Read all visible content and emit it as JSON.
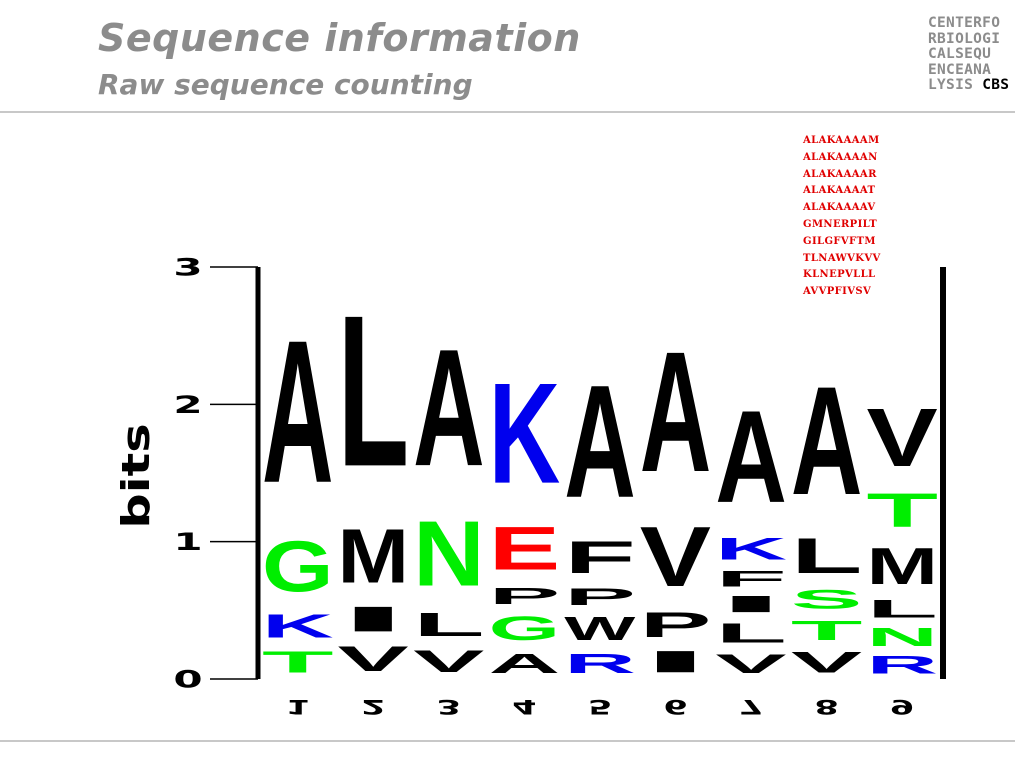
{
  "header": {
    "title": "Sequence information",
    "subtitle": "Raw sequence counting"
  },
  "brand": {
    "lines": [
      "CENTERFO",
      "RBIOLOGI",
      "CALSEQU",
      "ENCEANA",
      "LYSIS"
    ],
    "suffix": "CBS"
  },
  "sequences": [
    "ALAKAAAAM",
    "ALAKAAAAN",
    "ALAKAAAAR",
    "ALAKAAAAT",
    "ALAKAAAAV",
    "GMNERPILT",
    "GILGFVFTM",
    "TLNAWVKVV",
    "KLNEPVLLL",
    "AVVPFIVSV"
  ],
  "colors": {
    "black": "#000000",
    "green": "#00ee00",
    "blue": "#0000ee",
    "red": "#ff0000",
    "title_gray": "#8c8c8c"
  },
  "chart_data": {
    "type": "sequence_logo",
    "ylabel": "bits",
    "ylim": [
      0,
      3
    ],
    "yticks": [
      "0",
      "1",
      "2",
      "3"
    ],
    "positions": [
      {
        "label": "1",
        "letters": [
          {
            "char": "T",
            "height": 0.25,
            "color": "green"
          },
          {
            "char": "K",
            "height": 0.27,
            "color": "blue"
          },
          {
            "char": "G",
            "height": 0.59,
            "color": "green"
          },
          {
            "char": "A",
            "height": 1.66,
            "color": "black"
          }
        ]
      },
      {
        "label": "2",
        "letters": [
          {
            "char": "V",
            "height": 0.29,
            "color": "black"
          },
          {
            "char": "I",
            "height": 0.29,
            "color": "black"
          },
          {
            "char": "M",
            "height": 0.63,
            "color": "black"
          },
          {
            "char": "L",
            "height": 1.76,
            "color": "black"
          }
        ]
      },
      {
        "label": "3",
        "letters": [
          {
            "char": "V",
            "height": 0.26,
            "color": "black"
          },
          {
            "char": "L",
            "height": 0.27,
            "color": "black"
          },
          {
            "char": "N",
            "height": 0.76,
            "color": "green"
          },
          {
            "char": "A",
            "height": 1.36,
            "color": "black"
          }
        ]
      },
      {
        "label": "4",
        "letters": [
          {
            "char": "A",
            "height": 0.23,
            "color": "black"
          },
          {
            "char": "G",
            "height": 0.28,
            "color": "green"
          },
          {
            "char": "P",
            "height": 0.19,
            "color": "black"
          },
          {
            "char": "E",
            "height": 0.5,
            "color": "red"
          },
          {
            "char": "K",
            "height": 1.17,
            "color": "blue"
          }
        ]
      },
      {
        "label": "5",
        "letters": [
          {
            "char": "R",
            "height": 0.23,
            "color": "blue"
          },
          {
            "char": "W",
            "height": 0.27,
            "color": "black"
          },
          {
            "char": "P",
            "height": 0.2,
            "color": "black"
          },
          {
            "char": "F",
            "height": 0.37,
            "color": "black"
          },
          {
            "char": "A",
            "height": 1.31,
            "color": "black"
          }
        ]
      },
      {
        "label": "6",
        "letters": [
          {
            "char": "I",
            "height": 0.25,
            "color": "black"
          },
          {
            "char": "P",
            "height": 0.29,
            "color": "black"
          },
          {
            "char": "V",
            "height": 0.7,
            "color": "black"
          },
          {
            "char": "A",
            "height": 1.4,
            "color": "black"
          }
        ]
      },
      {
        "label": "7",
        "letters": [
          {
            "char": "V",
            "height": 0.22,
            "color": "black"
          },
          {
            "char": "L",
            "height": 0.23,
            "color": "black"
          },
          {
            "char": "I",
            "height": 0.19,
            "color": "black"
          },
          {
            "char": "F",
            "height": 0.18,
            "color": "black"
          },
          {
            "char": "K",
            "height": 0.26,
            "color": "blue"
          },
          {
            "char": "A",
            "height": 1.07,
            "color": "black"
          }
        ]
      },
      {
        "label": "8",
        "letters": [
          {
            "char": "V",
            "height": 0.24,
            "color": "black"
          },
          {
            "char": "T",
            "height": 0.23,
            "color": "green"
          },
          {
            "char": "S",
            "height": 0.22,
            "color": "green"
          },
          {
            "char": "L",
            "height": 0.41,
            "color": "black"
          },
          {
            "char": "A",
            "height": 1.26,
            "color": "black"
          }
        ]
      },
      {
        "label": "9",
        "letters": [
          {
            "char": "R",
            "height": 0.2,
            "color": "blue"
          },
          {
            "char": "N",
            "height": 0.21,
            "color": "green"
          },
          {
            "char": "L",
            "height": 0.2,
            "color": "black"
          },
          {
            "char": "M",
            "height": 0.42,
            "color": "black"
          },
          {
            "char": "T",
            "height": 0.39,
            "color": "green"
          },
          {
            "char": "V",
            "height": 0.67,
            "color": "black"
          }
        ]
      }
    ]
  }
}
